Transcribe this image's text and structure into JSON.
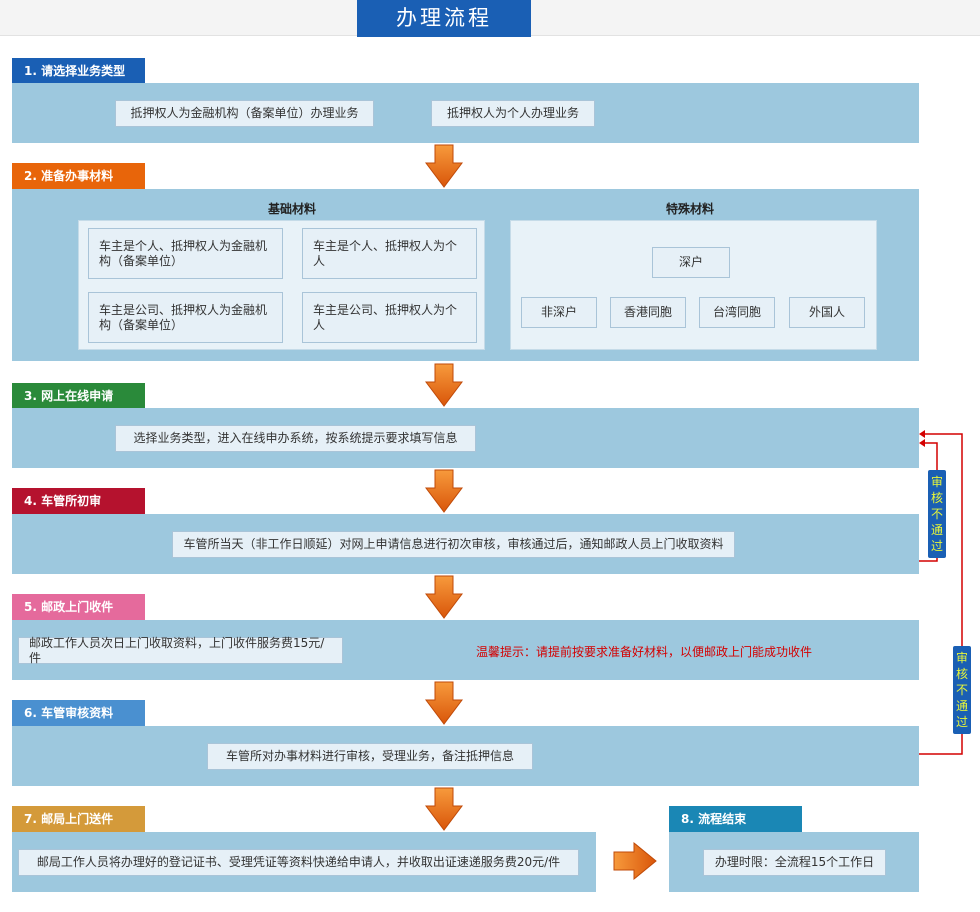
{
  "title": "办理流程",
  "steps": [
    {
      "label": "1. 请选择业务类型",
      "color": "#1a5fb4",
      "items": [
        "抵押权人为金融机构（备案单位）办理业务",
        "抵押权人为个人办理业务"
      ]
    },
    {
      "label": "2. 准备办事材料",
      "color": "#e8650a",
      "basic_title": "基础材料",
      "basic": [
        "车主是个人、抵押权人为金融机构（备案单位）",
        "车主是个人、抵押权人为个人",
        "车主是公司、抵押权人为金融机构（备案单位）",
        "车主是公司、抵押权人为个人"
      ],
      "special_title": "特殊材料",
      "special": [
        "深户",
        "非深户",
        "香港同胞",
        "台湾同胞",
        "外国人"
      ]
    },
    {
      "label": "3. 网上在线申请",
      "color": "#2a8a3a",
      "text": "选择业务类型，进入在线申办系统，按系统提示要求填写信息"
    },
    {
      "label": "4. 车管所初审",
      "color": "#b5122e",
      "text": "车管所当天（非工作日顺延）对网上申请信息进行初次审核，审核通过后，通知邮政人员上门收取资料"
    },
    {
      "label": "5. 邮政上门收件",
      "color": "#e56a9c",
      "text": "邮政工作人员次日上门收取资料，上门收件服务费15元/件",
      "warning": "温馨提示：请提前按要求准备好材料，以便邮政上门能成功收件"
    },
    {
      "label": "6. 车管审核资料",
      "color": "#4a90d0",
      "text": "车管所对办事材料进行审核，受理业务，备注抵押信息"
    },
    {
      "label": "7. 邮局上门送件",
      "color": "#d49a3a",
      "text": "邮局工作人员将办理好的登记证书、受理凭证等资料快递给申请人，并收取出证速递服务费20元/件"
    },
    {
      "label": "8. 流程结束",
      "color": "#1a87b5",
      "text": "办理时限：全流程15个工作日"
    }
  ],
  "reject_label": "审核不通过",
  "colors": {
    "panel": "#9dc8de",
    "arrow": "#e8650a",
    "line": "#d40000"
  }
}
